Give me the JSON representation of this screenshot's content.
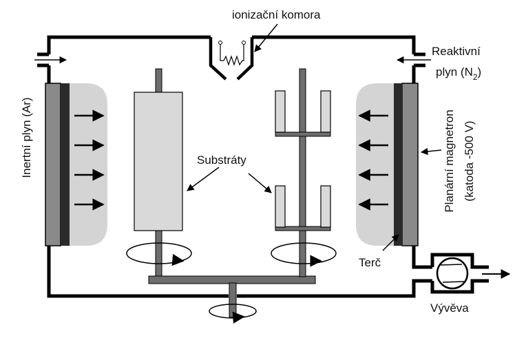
{
  "labels": {
    "ionization_chamber": "ionizační komora",
    "inert_gas": "Inertní plyn (Ar)",
    "reactive_gas_line1": "Reaktivní",
    "reactive_gas_line2_prefix": "plyn (N",
    "reactive_gas_subscript": "2",
    "reactive_gas_line2_suffix": ")",
    "magnetron_line1": "Planární magnetron",
    "magnetron_line2": "(katoda -500 V)",
    "substrates": "Substráty",
    "target": "Terč",
    "pump": "Vývěva"
  },
  "colors": {
    "wall": "#000000",
    "plasma": "#d4d4d4",
    "target_dark": "#2b2b2b",
    "target_plate": "#8a8a8a",
    "substrate_fill": "#d9d9d9",
    "rod": "#6e6e6e"
  }
}
